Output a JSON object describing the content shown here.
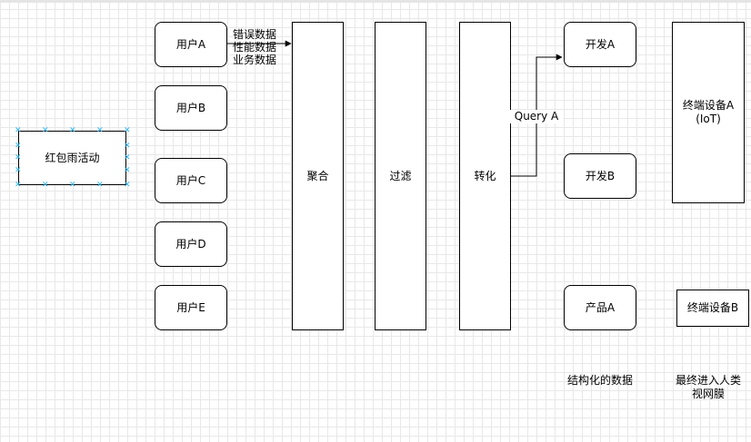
{
  "activity": {
    "label": "红包雨活动"
  },
  "users": [
    {
      "label": "用户A"
    },
    {
      "label": "用户B"
    },
    {
      "label": "用户C"
    },
    {
      "label": "用户D"
    },
    {
      "label": "用户E"
    }
  ],
  "edge_labels": {
    "data_types": [
      "错误数据",
      "性能数据",
      "业务数据"
    ],
    "query": "Query A"
  },
  "stages": [
    {
      "label": "聚合"
    },
    {
      "label": "过滤"
    },
    {
      "label": "转化"
    }
  ],
  "outputs": [
    {
      "label": "开发A"
    },
    {
      "label": "开发B"
    },
    {
      "label": "产品A"
    }
  ],
  "terminals": [
    {
      "label_line1": "终端设备A",
      "label_line2": "(IoT)"
    },
    {
      "label": "终端设备B"
    }
  ],
  "captions": {
    "structured": "结构化的数据",
    "retina_line1": "最终进入人类",
    "retina_line2": "视网膜"
  },
  "colors": {
    "selection_handle": "#29b6f2",
    "stroke": "#000000"
  },
  "icons": {
    "arrowhead": "arrowhead-icon",
    "selection_handle": "x-handle-icon"
  }
}
